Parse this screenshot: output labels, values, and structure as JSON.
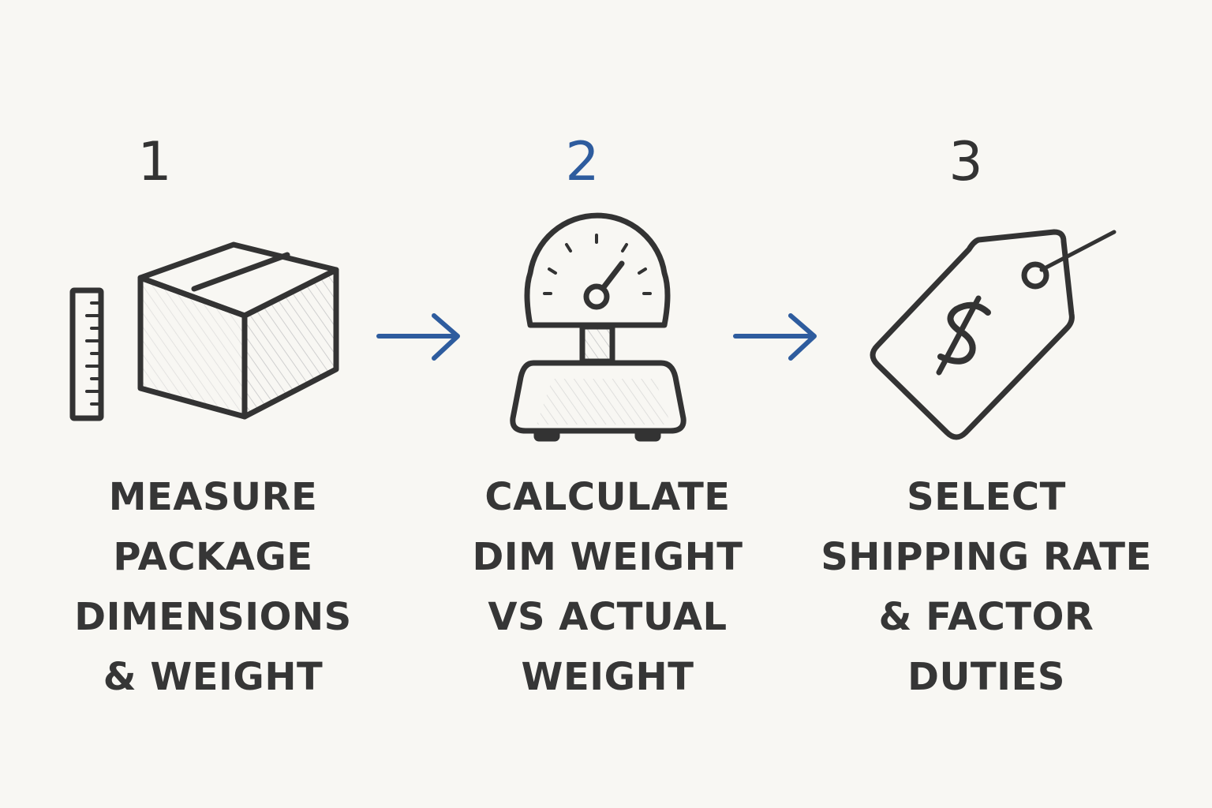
{
  "steps": [
    {
      "number": "1",
      "number_color": "#333333",
      "icon": "box-with-ruler-icon",
      "label_lines": [
        "MEASURE",
        "PACKAGE",
        "DIMENSIONS",
        "& WEIGHT"
      ]
    },
    {
      "number": "2",
      "number_color": "#2e5c9e",
      "icon": "weighing-scale-icon",
      "label_lines": [
        "CALCULATE",
        "DIM WEIGHT",
        "VS ACTUAL",
        "WEIGHT"
      ]
    },
    {
      "number": "3",
      "number_color": "#333333",
      "icon": "dollar-price-tag-icon",
      "label_lines": [
        "SELECT",
        "SHIPPING RATE",
        "& FACTOR",
        "DUTIES"
      ]
    }
  ],
  "colors": {
    "background": "#f8f7f3",
    "ink": "#333333",
    "accent_blue": "#2e5c9e"
  },
  "connector_icon": "arrow-right-icon"
}
